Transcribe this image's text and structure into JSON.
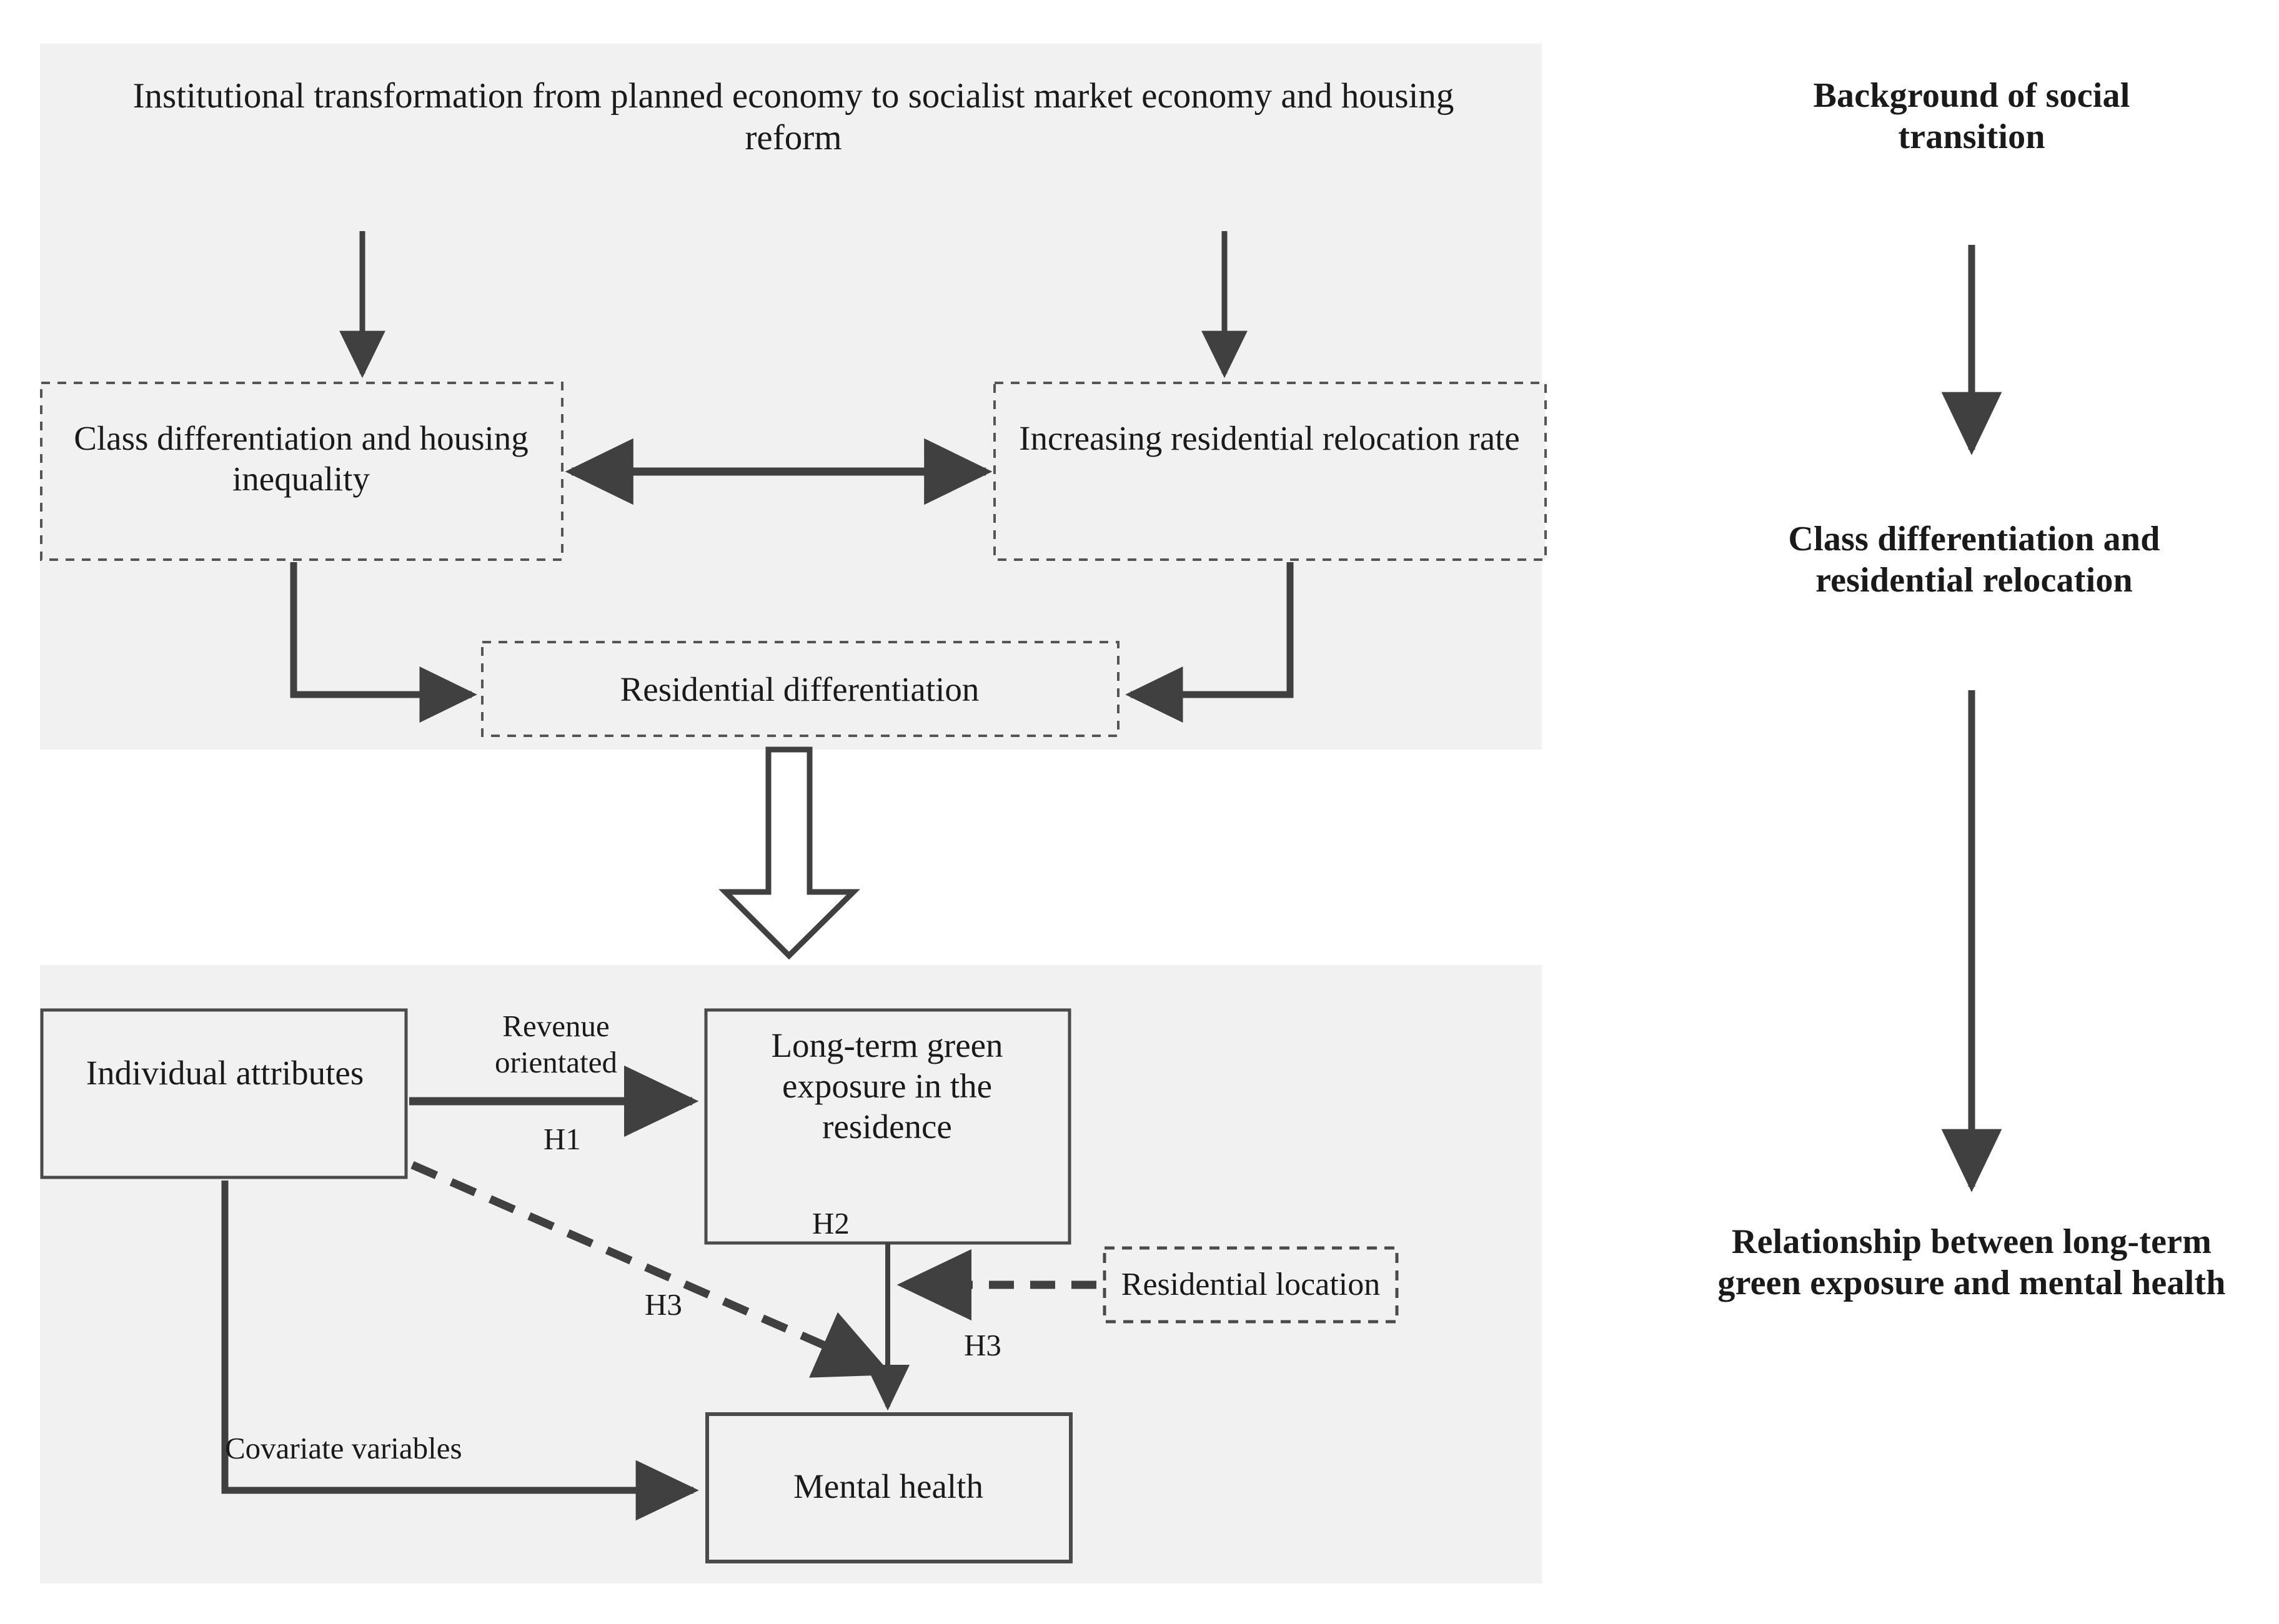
{
  "figure": {
    "type": "conceptual-framework-diagram",
    "background_color": "#ffffff",
    "panel_fill": "#f1f1f1",
    "line_color": "#404040",
    "text_color": "#1a1a1a"
  },
  "panels": {
    "top": {
      "name": "social-transition-panel",
      "header": "Institutional transformation from planned economy to socialist market economy and housing reform",
      "nodes": [
        {
          "id": "class-differentiation",
          "label": "Class differentiation and housing inequality",
          "border": "dashed"
        },
        {
          "id": "relocation-rate",
          "label": "Increasing residential relocation rate",
          "border": "dashed"
        },
        {
          "id": "residential-differentiation",
          "label": "Residential differentiation",
          "border": "dashed"
        }
      ]
    },
    "bottom": {
      "name": "research-model-panel",
      "nodes": [
        {
          "id": "individual-attributes",
          "label": "Individual attributes",
          "border": "solid"
        },
        {
          "id": "green-exposure",
          "label": "Long-term green exposure in the residence",
          "border": "solid"
        },
        {
          "id": "mental-health",
          "label": "Mental health",
          "border": "solid"
        },
        {
          "id": "residential-location",
          "label": "Residential location",
          "border": "dashed"
        }
      ],
      "edge_labels": [
        {
          "id": "revenue-orientated",
          "text": "Revenue orientated"
        },
        {
          "id": "h1",
          "text": "H1"
        },
        {
          "id": "h2",
          "text": "H2"
        },
        {
          "id": "h3-diagonal",
          "text": "H3"
        },
        {
          "id": "h3-location",
          "text": "H3"
        },
        {
          "id": "covariate-variables",
          "text": "Covariate variables"
        }
      ]
    }
  },
  "right_column": {
    "name": "stage-labels",
    "items": [
      {
        "id": "stage-1",
        "text": "Background of social transition"
      },
      {
        "id": "stage-2",
        "text": "Class differentiation and residential relocation"
      },
      {
        "id": "stage-3",
        "text": "Relationship between long-term green exposure and mental health"
      }
    ]
  }
}
